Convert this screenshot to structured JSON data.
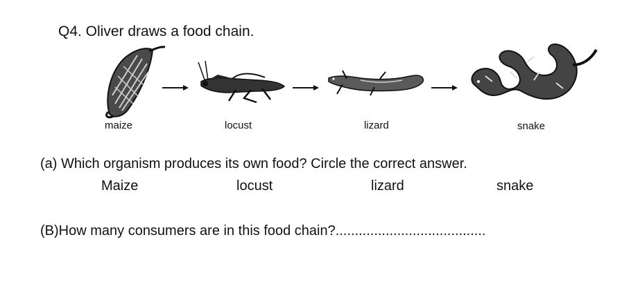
{
  "question": {
    "title": "Q4. Oliver draws a food chain."
  },
  "food_chain": {
    "organisms": [
      {
        "label": "maize",
        "icon": "maize-icon"
      },
      {
        "label": "locust",
        "icon": "locust-icon"
      },
      {
        "label": "lizard",
        "icon": "lizard-icon"
      },
      {
        "label": "snake",
        "icon": "snake-icon"
      }
    ]
  },
  "part_a": {
    "prompt": "(a) Which organism produces its own food? Circle the correct answer.",
    "options": [
      "Maize",
      "locust",
      "lizard",
      "snake"
    ]
  },
  "part_b": {
    "prompt": "(B)How many consumers are in this food chain?",
    "answer_line": "......................................."
  }
}
